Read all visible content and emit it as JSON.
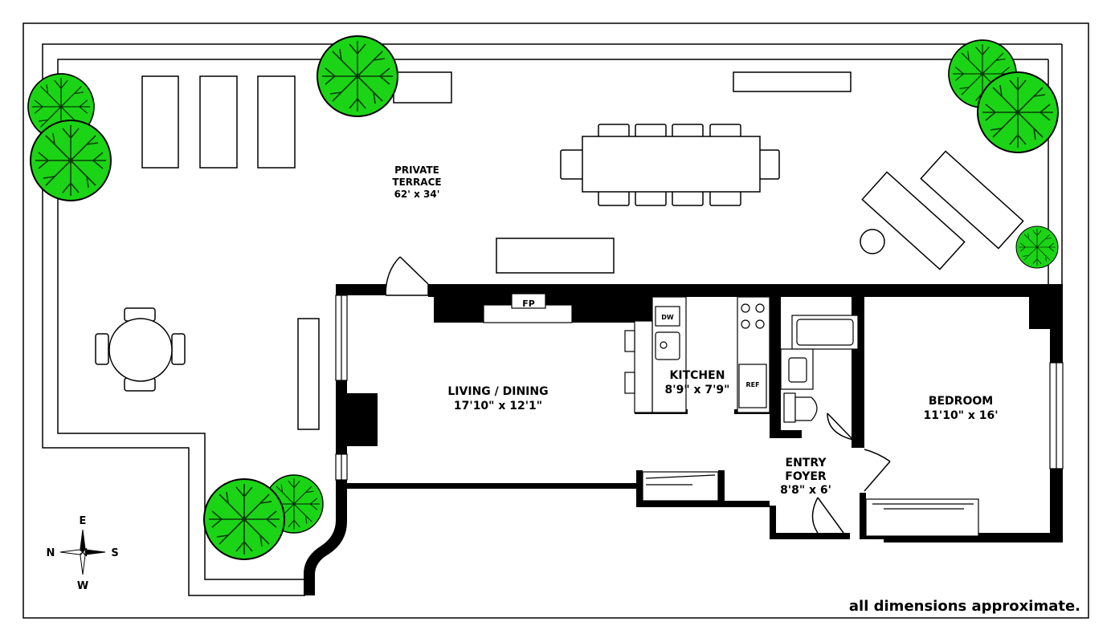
{
  "rooms": {
    "terrace": {
      "name_line1": "PRIVATE",
      "name_line2": "TERRACE",
      "dims": "62' x 34'"
    },
    "living": {
      "name": "LIVING / DINING",
      "dims": "17'10\" x 12'1\""
    },
    "kitchen": {
      "name": "KITCHEN",
      "dims": "8'9\" x 7'9\""
    },
    "bedroom": {
      "name": "BEDROOM",
      "dims": "11'10\" x 16'"
    },
    "foyer": {
      "name_line1": "ENTRY",
      "name_line2": "FOYER",
      "dims": "8'8\" x 6'"
    }
  },
  "fixtures": {
    "fireplace": "FP",
    "dishwasher": "DW",
    "refrigerator": "REF"
  },
  "compass": {
    "north": "N",
    "south": "S",
    "east": "E",
    "west": "W"
  },
  "footnote": "all dimensions approximate.",
  "colors": {
    "tree_fill": "#1bd416",
    "tree_stroke": "#0a3a0a",
    "wall": "#000000",
    "background": "#ffffff"
  }
}
